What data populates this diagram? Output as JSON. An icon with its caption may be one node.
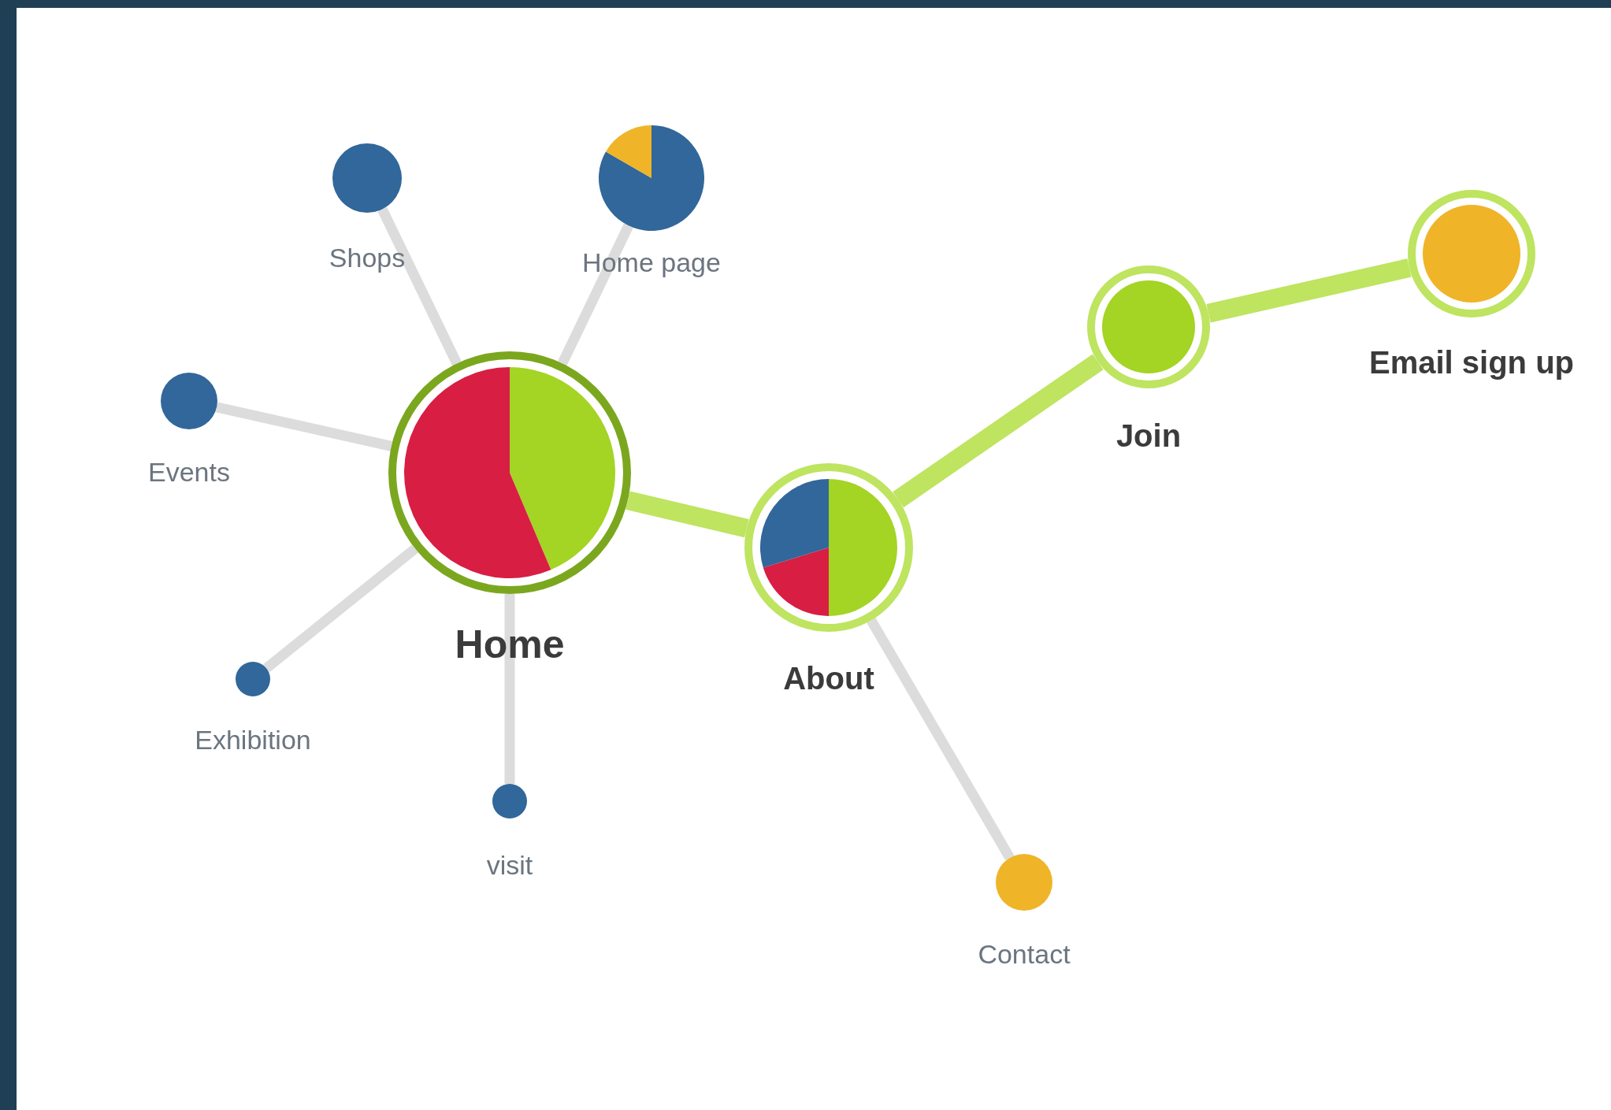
{
  "diagram": {
    "nodes": [
      {
        "text": [
          "Shops"
        ]
      },
      {
        "text": [
          "Home page"
        ]
      },
      {
        "text": [
          "Events"
        ]
      },
      {
        "text": [
          "Home"
        ]
      },
      {
        "text": [
          "About"
        ]
      },
      {
        "text": [
          "Join"
        ]
      },
      {
        "text": [
          "Email sign up"
        ]
      },
      {
        "text": [
          "Exhibition"
        ]
      },
      {
        "text": [
          "visit"
        ]
      },
      {
        "text": [
          "Contact"
        ]
      }
    ],
    "edges": [
      {
        "from": 3,
        "to": 0,
        "arrow": "none"
      },
      {
        "from": 3,
        "to": 1,
        "arrow": "none"
      },
      {
        "from": 3,
        "to": 2,
        "arrow": "none"
      },
      {
        "from": 3,
        "to": 7,
        "arrow": "none"
      },
      {
        "from": 3,
        "to": 8,
        "arrow": "none"
      },
      {
        "from": 3,
        "to": 4,
        "arrow": "none",
        "style": "thick",
        "color": "#bee460"
      },
      {
        "from": 4,
        "to": 5,
        "arrow": "none",
        "style": "thick",
        "color": "#bee460"
      },
      {
        "from": 5,
        "to": 6,
        "arrow": "none",
        "style": "thick",
        "color": "#bee460"
      },
      {
        "from": 4,
        "to": 9,
        "arrow": "none"
      }
    ]
  }
}
